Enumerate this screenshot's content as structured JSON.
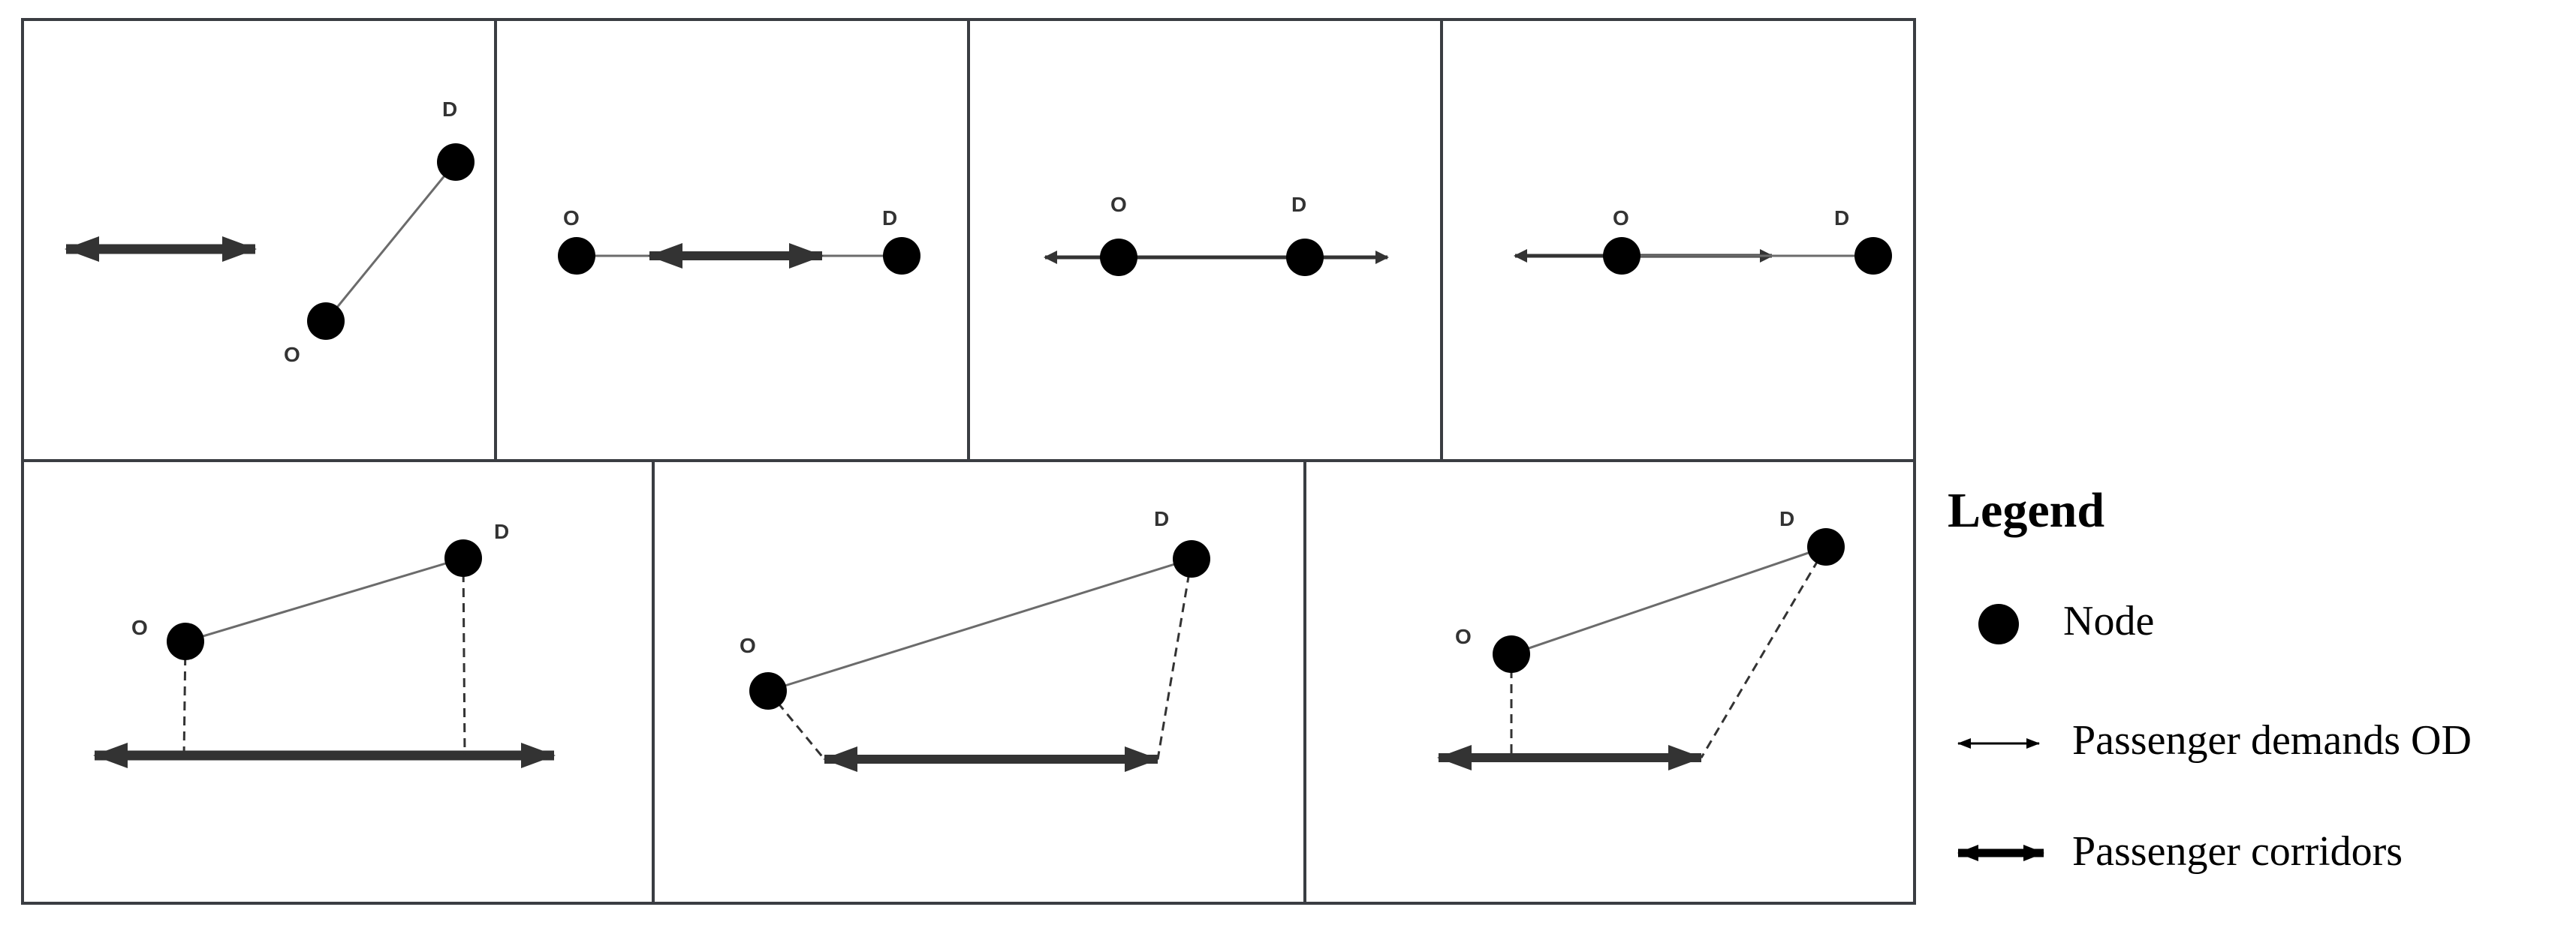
{
  "panels": [
    {
      "origin": "O",
      "destination": "D"
    },
    {
      "origin": "O",
      "destination": "D"
    },
    {
      "origin": "O",
      "destination": "D"
    },
    {
      "origin": "O",
      "destination": "D"
    },
    {
      "origin": "O",
      "destination": "D"
    },
    {
      "origin": "O",
      "destination": "D"
    },
    {
      "origin": "O",
      "destination": "D"
    }
  ],
  "legend": {
    "title": "Legend",
    "items": [
      {
        "icon": "node-dot-icon",
        "label": "Node"
      },
      {
        "icon": "thin-double-arrow-icon",
        "label": "Passenger demands OD"
      },
      {
        "icon": "thick-double-arrow-icon",
        "label": "Passenger corridors"
      }
    ]
  },
  "colors": {
    "frame": "#3a3d42",
    "node": "#000000",
    "demand_line": "#6b6b6b",
    "corridor": "#333333",
    "dashed": "#333333"
  }
}
